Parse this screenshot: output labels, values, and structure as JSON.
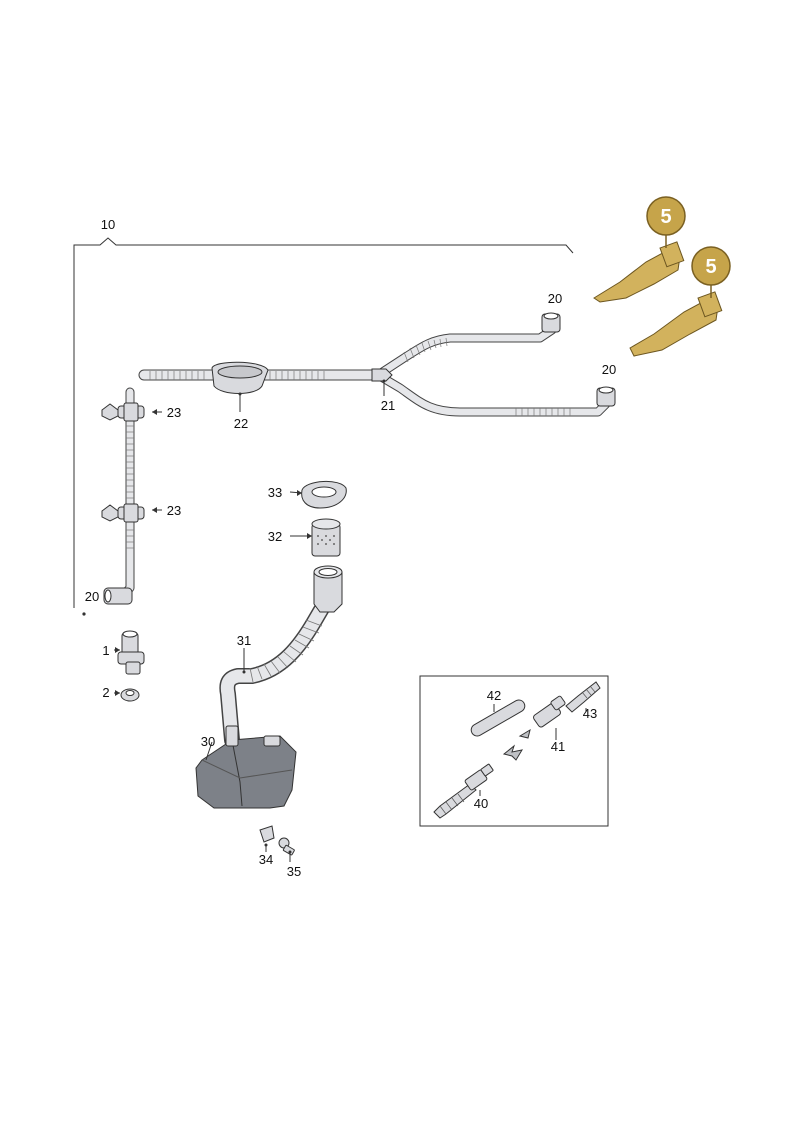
{
  "badges": [
    {
      "id": "badge-a",
      "text": "5"
    },
    {
      "id": "badge-b",
      "text": "5"
    }
  ],
  "colors": {
    "badge_fill": "#c6a44a",
    "badge_stroke": "#7a6022",
    "connector_gold": "#d2b25d",
    "part_light": "#d9dade",
    "reservoir": "#7d8188"
  },
  "callouts": {
    "c1": "1",
    "c2": "2",
    "c10": "10",
    "c20a": "20",
    "c20b": "20",
    "c20c": "20",
    "c21": "21",
    "c22": "22",
    "c23a": "23",
    "c23b": "23",
    "c30": "30",
    "c31": "31",
    "c32": "32",
    "c33": "33",
    "c34": "34",
    "c35": "35",
    "c40": "40",
    "c41": "41",
    "c42": "42",
    "c43": "43"
  }
}
